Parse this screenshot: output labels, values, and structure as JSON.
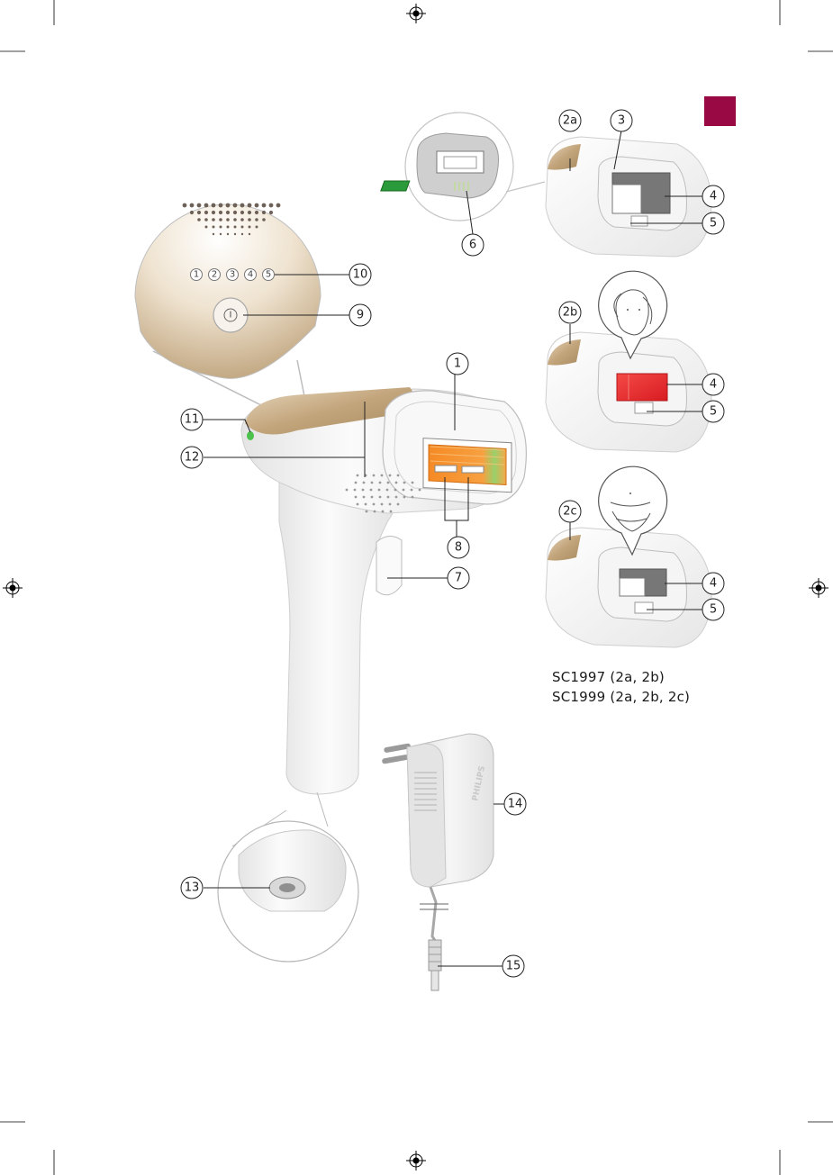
{
  "colors": {
    "section_tab": "#990a45",
    "gold": "#c9b08a",
    "body_white": "#f2f2f2",
    "window_orange": "#f47a1c",
    "window_red": "#e8282c",
    "indicator_green": "#4cc24c",
    "contacts_green": "#2a9a3a"
  },
  "callouts": {
    "c1": "1",
    "c2a": "2a",
    "c2b": "2b",
    "c2c": "2c",
    "c3": "3",
    "c4a": "4",
    "c4b": "4",
    "c4c": "4",
    "c5a": "5",
    "c5b": "5",
    "c5c": "5",
    "c6": "6",
    "c7": "7",
    "c8": "8",
    "c9": "9",
    "c10": "10",
    "c11": "11",
    "c12": "12",
    "c13": "13",
    "c14": "14",
    "c15": "15"
  },
  "intensity_levels": [
    "1",
    "2",
    "3",
    "4",
    "5"
  ],
  "power_symbol": "I",
  "adapter_brand": "PHILIPS",
  "models": {
    "line1": "SC1997 (2a, 2b)",
    "line2": "SC1999 (2a, 2b, 2c)"
  }
}
